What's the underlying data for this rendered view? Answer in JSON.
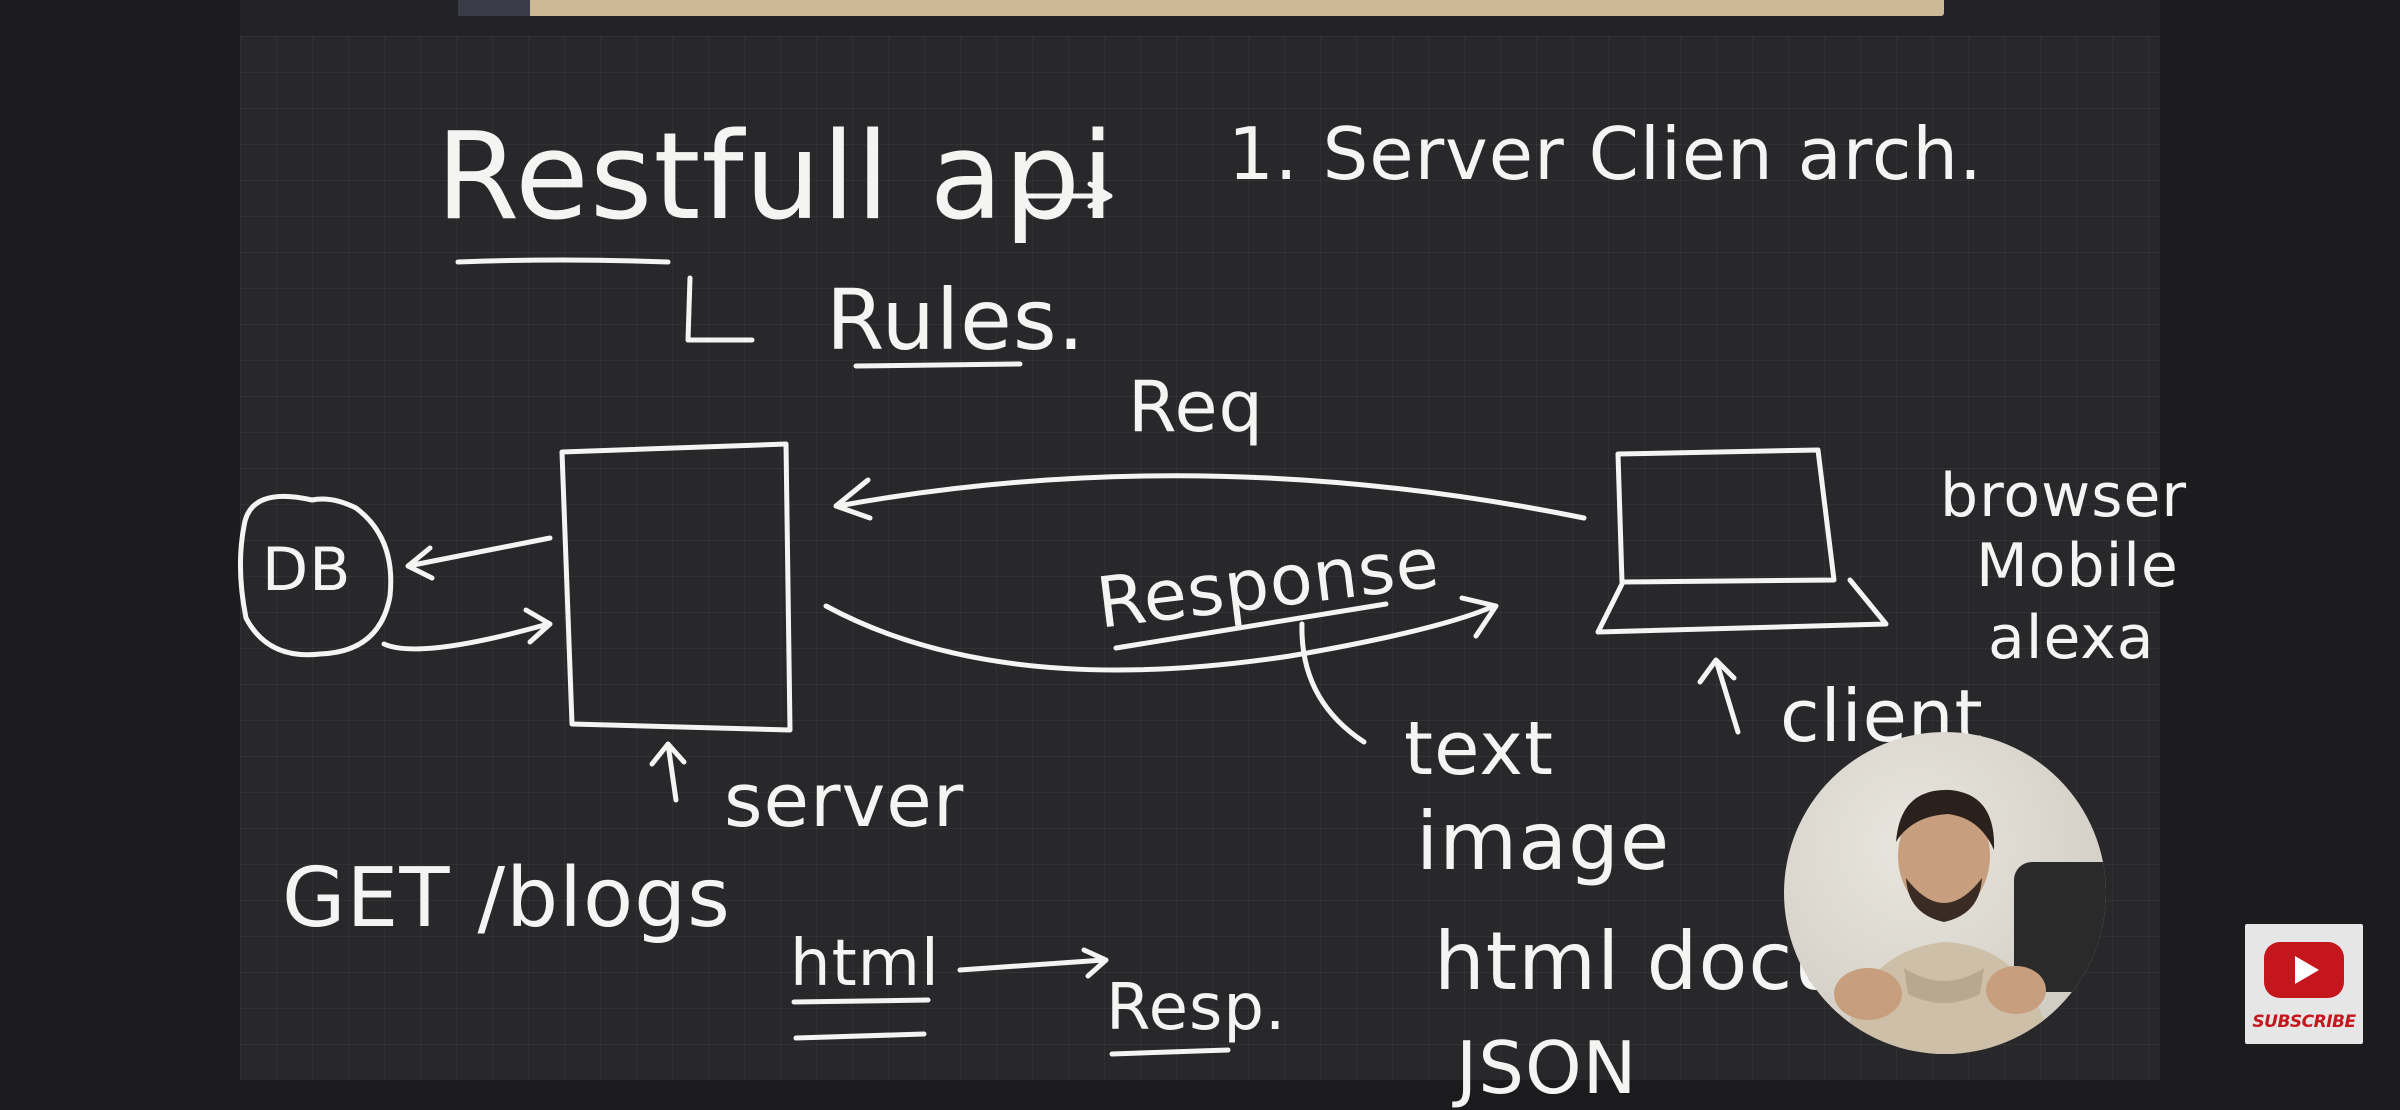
{
  "board": {
    "title": "Restfull api",
    "rules": "Rules.",
    "point1": "1. Server Clien arch.",
    "req": "Req",
    "response": "Response",
    "db": "DB",
    "server": "server",
    "client": "client",
    "client_list": [
      "browser",
      "Mobile",
      "alexa"
    ],
    "response_types": [
      "text",
      "image",
      "html docu",
      "JSON"
    ],
    "get_blogs": "GET /blogs",
    "html": "html",
    "resp": "Resp."
  },
  "subscribe": {
    "label": "SUBSCRIBE",
    "icon": "youtube-play-icon",
    "color": "#c4161c"
  },
  "colors": {
    "board": "#28282a",
    "ink": "#f4f4f2",
    "strip": "#cdb996"
  }
}
